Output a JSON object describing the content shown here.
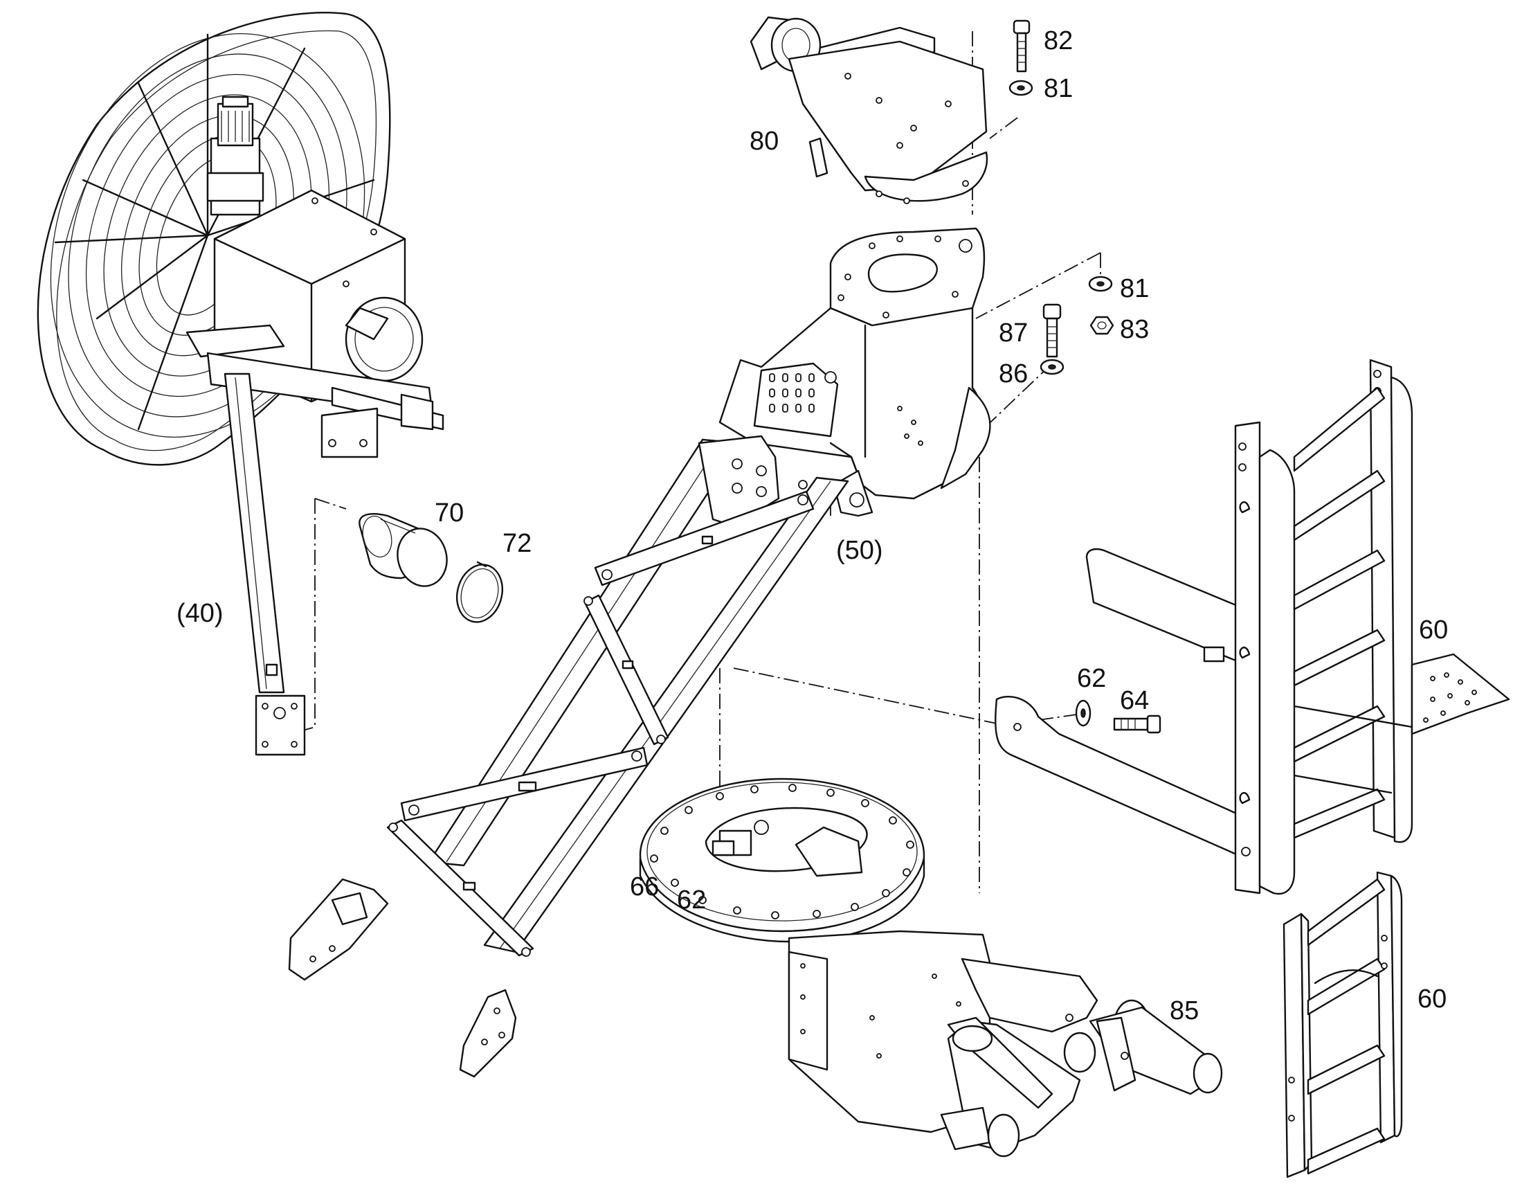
{
  "callouts": {
    "c82": "82",
    "c81_top": "81",
    "c80": "80",
    "c81_mid": "81",
    "c87": "87",
    "c83": "83",
    "c86": "86",
    "c70": "70",
    "c72": "72",
    "c40": "(40)",
    "c50": "(50)",
    "c60_upper": "60",
    "c62_right": "62",
    "c64": "64",
    "c66": "66",
    "c62_left": "62",
    "c85": "85",
    "c60_lower": "60"
  }
}
